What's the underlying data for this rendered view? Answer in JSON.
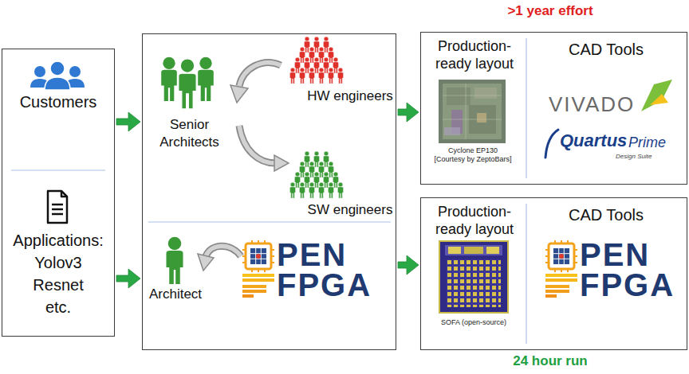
{
  "diagram": {
    "nodes": [
      {
        "text": [
          "Customers",
          "Applications: Yolov3 Resnet etc."
        ]
      },
      {
        "text": [
          "Senior Architects",
          "HW engineers",
          "SW engineers",
          "Architect"
        ]
      },
      {
        "text": [
          "Production-ready layout",
          "Cyclone EP130 [Courtesy by ZeptoBars]",
          "CAD Tools"
        ]
      },
      {
        "text": [
          "Production-ready layout",
          "SOFA (open-source)",
          "CAD Tools"
        ]
      }
    ],
    "edges": [
      {
        "from": 0,
        "to": 1,
        "arrow": "to"
      },
      {
        "from": 0,
        "to": 1,
        "arrow": "to"
      },
      {
        "from": 1,
        "to": 2,
        "arrow": "to"
      },
      {
        "from": 1,
        "to": 3,
        "arrow": "to"
      }
    ],
    "labels": [
      ">1 year effort",
      "24 hour run",
      "PEN",
      "FPGA",
      "VIVADO",
      "Quartus",
      "Prime",
      "Design Suite",
      "PEN",
      "FPGA"
    ]
  }
}
